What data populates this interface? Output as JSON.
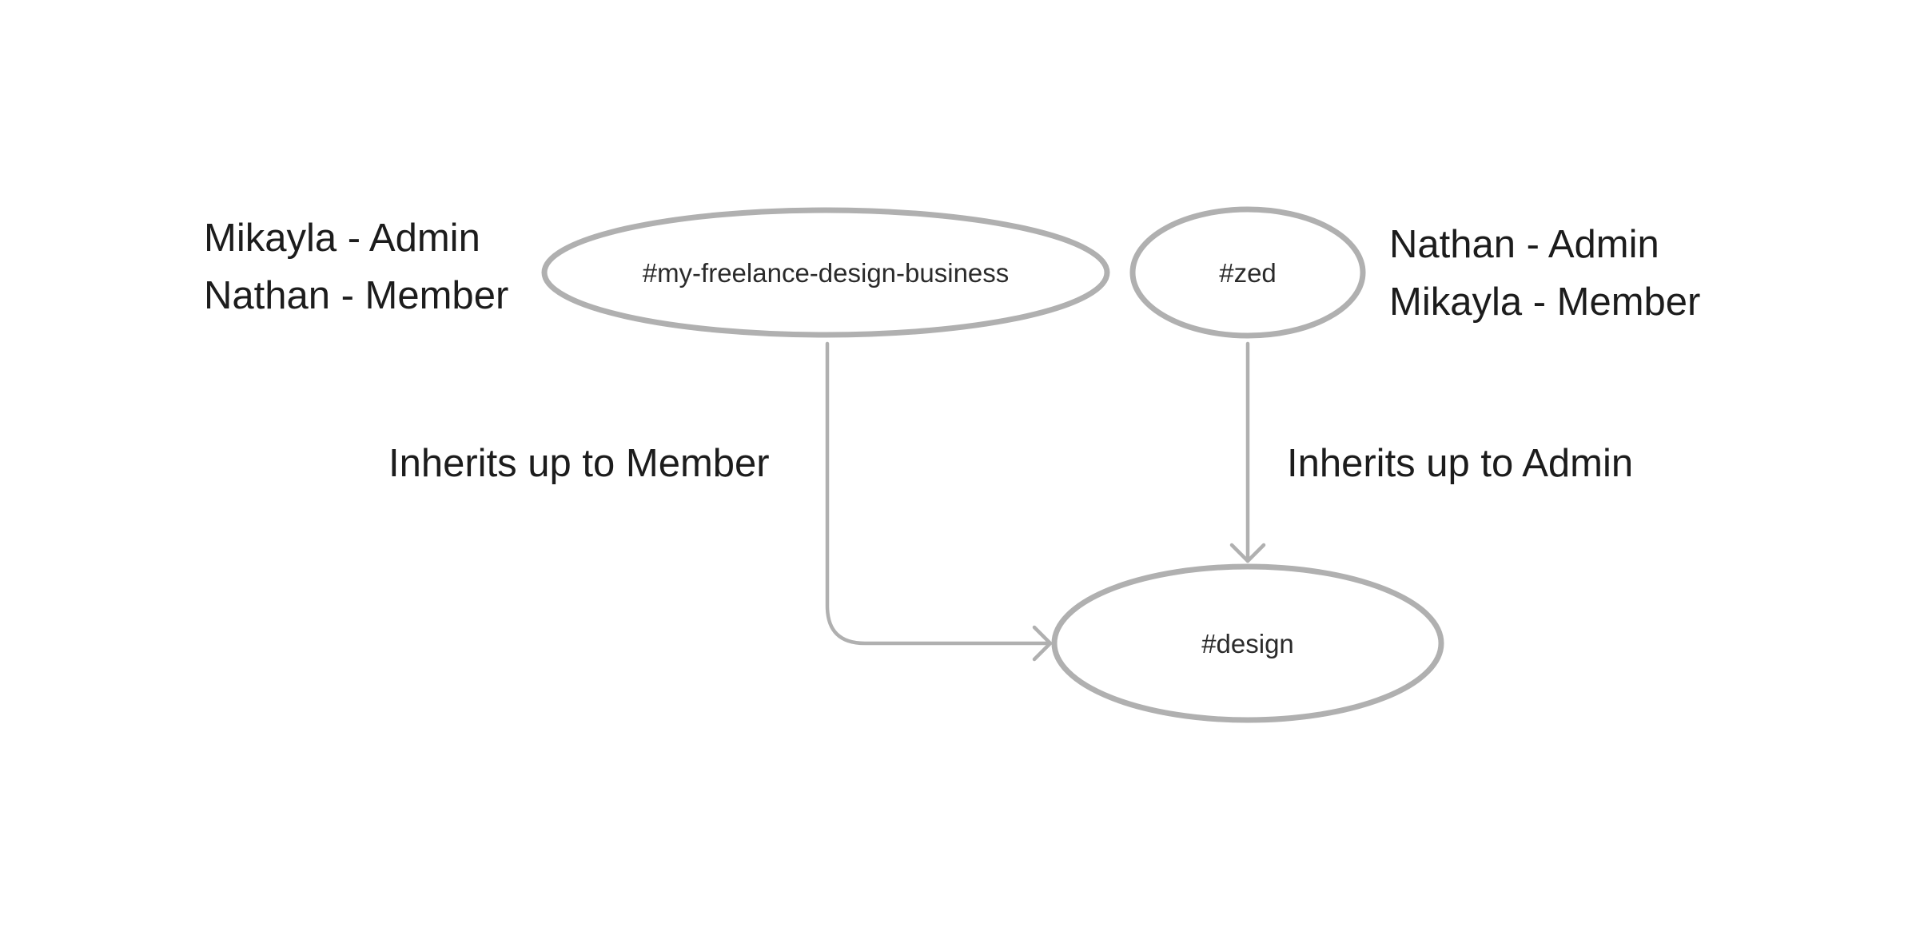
{
  "nodes": {
    "business": {
      "label": "#my-freelance-design-business"
    },
    "zed": {
      "label": "#zed"
    },
    "design": {
      "label": "#design"
    }
  },
  "roles": {
    "business": [
      "Mikayla - Admin",
      "Nathan - Member"
    ],
    "zed": [
      "Nathan - Admin",
      "Mikayla - Member"
    ]
  },
  "edges": {
    "business_to_design": {
      "label": "Inherits up to Member"
    },
    "zed_to_design": {
      "label": "Inherits up to Admin"
    }
  },
  "colors": {
    "stroke": "#b0b0b0",
    "text": "#1c1c1c",
    "background": "#ffffff"
  }
}
